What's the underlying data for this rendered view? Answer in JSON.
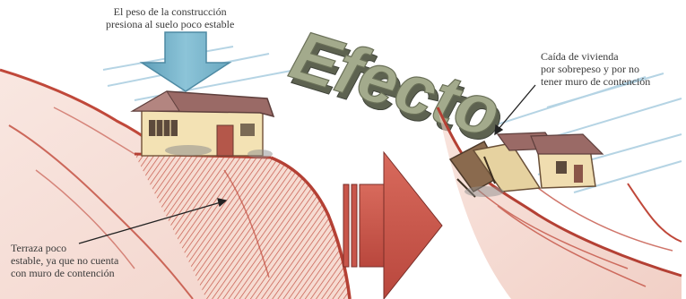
{
  "captions": {
    "weight_line1": "El peso de la construcción",
    "weight_line2": "presiona al suelo poco estable",
    "collapse_line1": "Caída de vivienda",
    "collapse_line2": "por sobrepeso y por no",
    "collapse_line3": "tener muro de contención",
    "terrace_line1": "Terraza poco",
    "terrace_line2": "estable, ya que no cuenta",
    "terrace_line3": "con  muro de contención"
  },
  "title": {
    "word": "Efecto"
  },
  "colors": {
    "soil": "#c0483a",
    "soil_fill": "#e9b8a8",
    "down_arrow": "#7ab4cc",
    "right_arrow": "#c8554a",
    "wall": "#f3e2b4",
    "roof": "#9a6a66",
    "title_3d": "#8e947a",
    "wind": "#a9cde0"
  }
}
